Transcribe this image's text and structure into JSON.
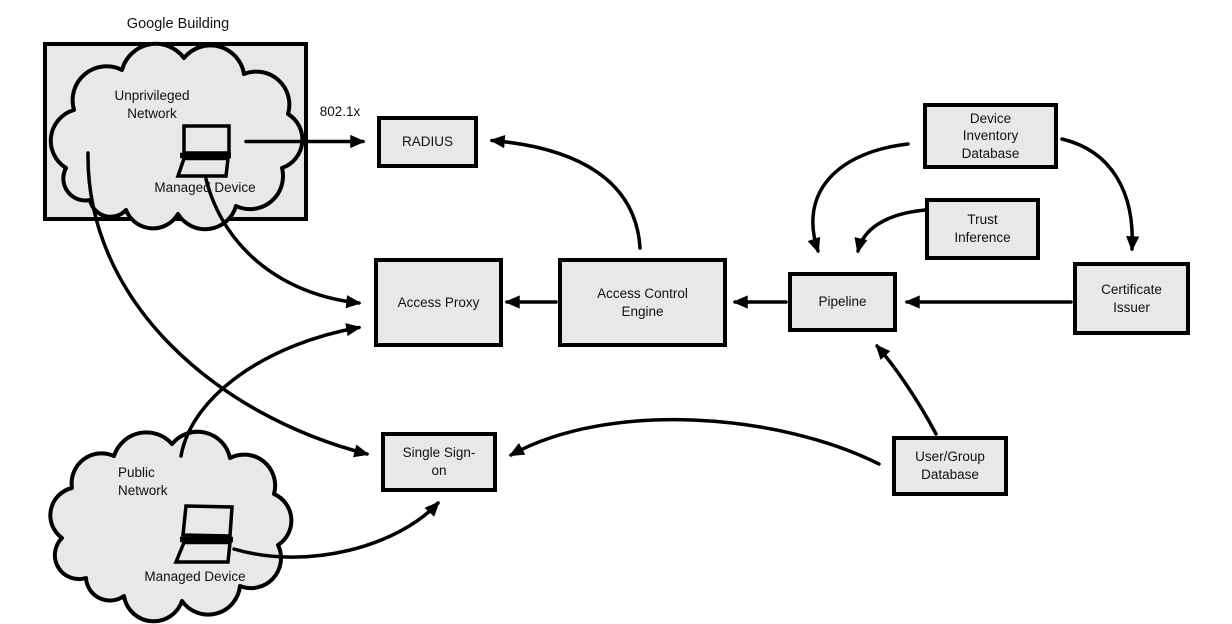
{
  "building": {
    "title": "Google Building"
  },
  "clouds": {
    "unprivileged": {
      "name": "Unprivileged Network",
      "device": "Managed Device"
    },
    "public": {
      "name": "Public Network",
      "device": "Managed Device"
    }
  },
  "edge_labels": {
    "dot1x": "802.1x"
  },
  "nodes": {
    "radius": {
      "label": "RADIUS"
    },
    "access_proxy": {
      "label": "Access Proxy"
    },
    "access_control_engine": {
      "label": "Access Control Engine"
    },
    "pipeline": {
      "label": "Pipeline"
    },
    "device_inventory_database": {
      "label": "Device Inventory Database"
    },
    "trust_inference": {
      "label": "Trust Inference"
    },
    "certificate_issuer": {
      "label": "Certificate Issuer"
    },
    "single_sign_on": {
      "label": "Single Sign-on"
    },
    "user_group_database": {
      "label": "User/Group Database"
    }
  },
  "colors": {
    "node_fill": "#e8e8e8",
    "stroke": "#000000",
    "background": "#ffffff",
    "text": "#111111"
  }
}
